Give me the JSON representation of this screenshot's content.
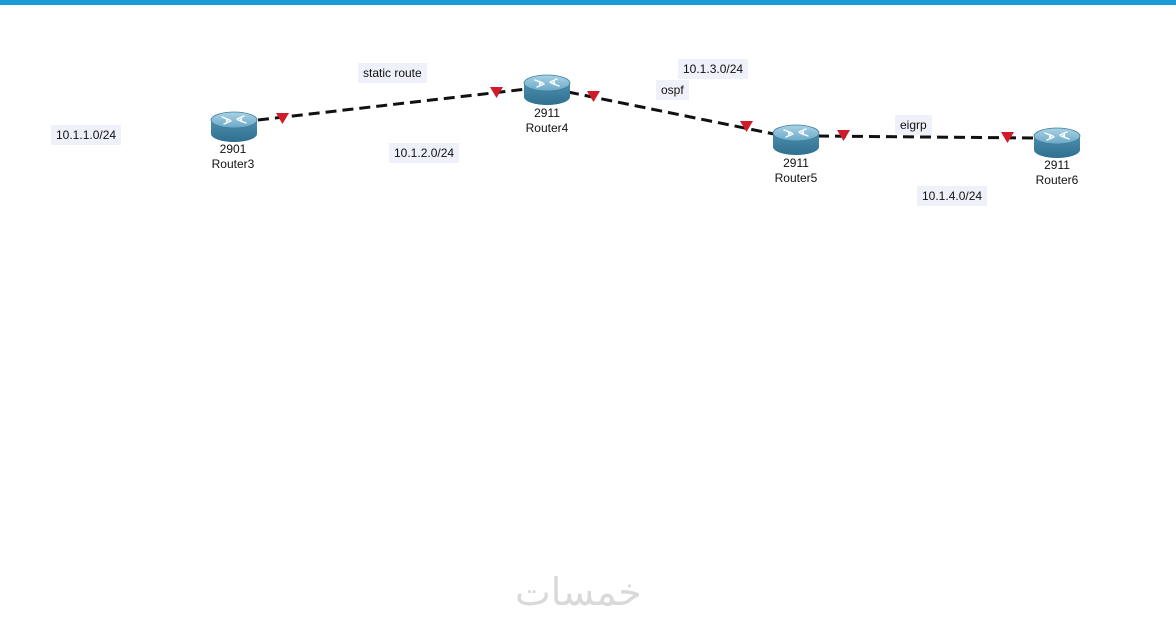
{
  "devices": [
    {
      "id": "r3",
      "model": "2901",
      "name": "Router3"
    },
    {
      "id": "r4",
      "model": "2911",
      "name": "Router4"
    },
    {
      "id": "r5",
      "model": "2911",
      "name": "Router5"
    },
    {
      "id": "r6",
      "model": "2911",
      "name": "Router6"
    }
  ],
  "labels": {
    "net1": "10.1.1.0/24",
    "static": "static route",
    "net2": "10.1.2.0/24",
    "net3": "10.1.3.0/24",
    "ospf": "ospf",
    "eigrp": "eigrp",
    "net4": "10.1.4.0/24"
  },
  "watermark": "خمسات",
  "colors": {
    "topbar": "#1a9ad6",
    "link": "#111111",
    "port_marker": "#d11a2a",
    "router_body": "#4d8fae",
    "label_bg": "#eef0fa"
  }
}
